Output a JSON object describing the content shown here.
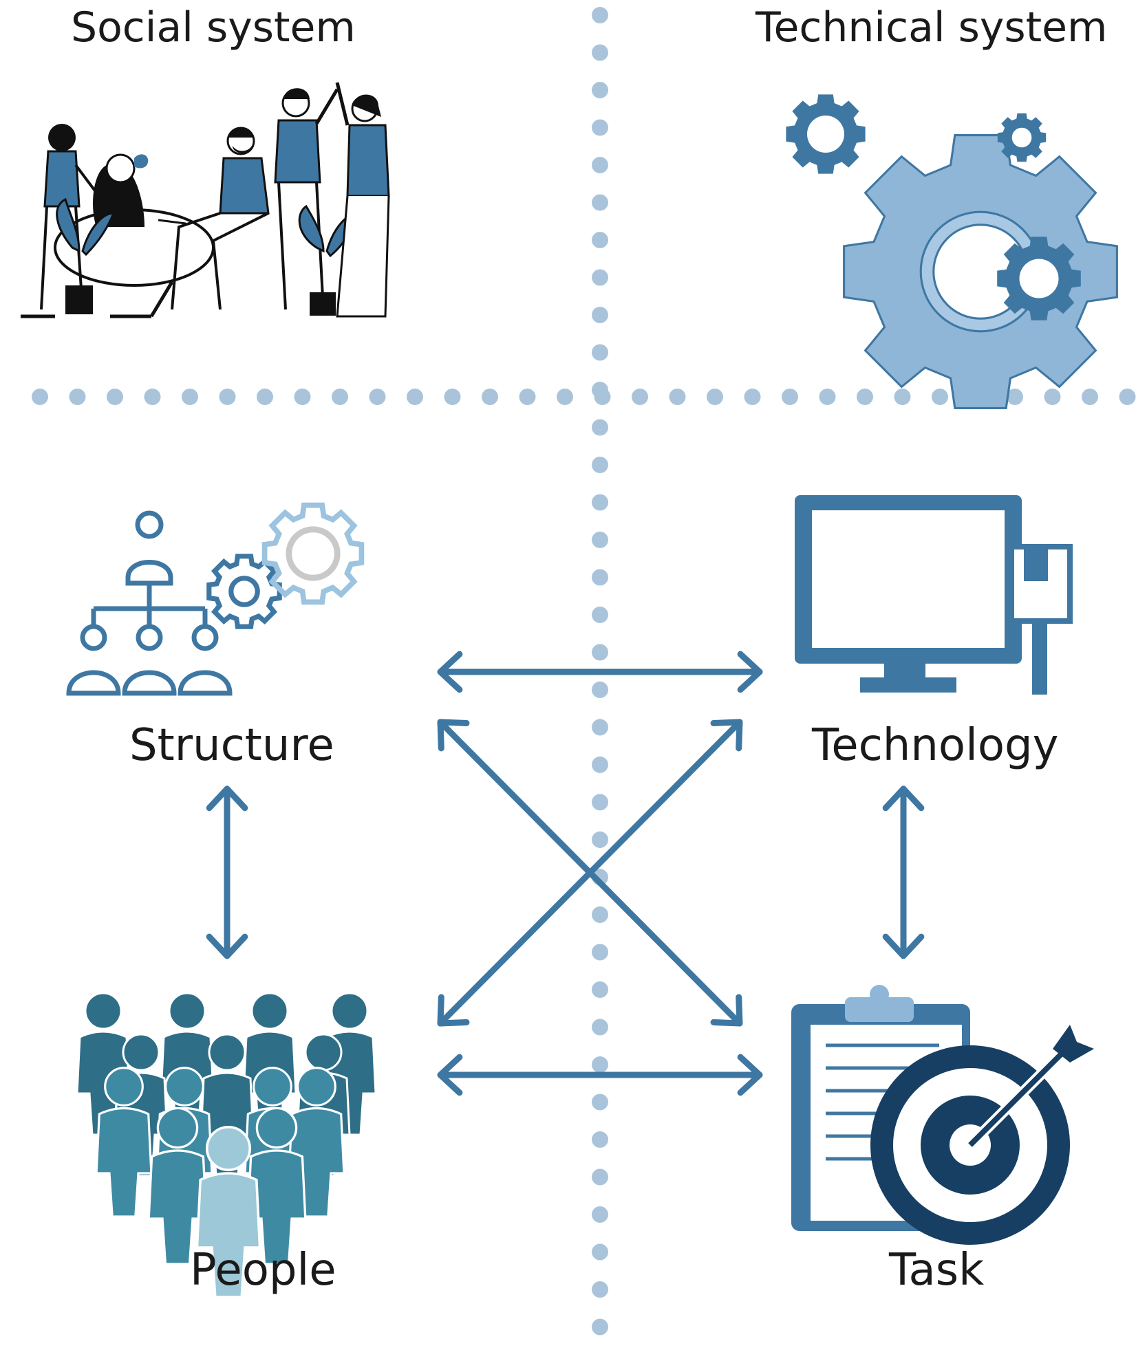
{
  "sections": {
    "social": "Social system",
    "technical": "Technical system"
  },
  "nodes": {
    "structure": "Structure",
    "technology": "Technology",
    "people": "People",
    "task": "Task"
  },
  "colors": {
    "divider": "#a9c4da",
    "arrow": "#3f77a3",
    "primary": "#3f77a3",
    "light": "#8fb6d6",
    "dark": "#173f63",
    "teal_dark": "#2e6e86",
    "teal_mid": "#3f8aa3",
    "teal_light": "#9cc8d8"
  },
  "icons": {
    "social": "people-meeting-illustration",
    "technical": "gears-illustration",
    "structure": "org-chart-gears-icon",
    "technology": "computer-monitor-icon",
    "people": "crowd-icon",
    "task": "clipboard-target-icon"
  },
  "relations": [
    [
      "structure",
      "technology"
    ],
    [
      "structure",
      "people"
    ],
    [
      "structure",
      "task"
    ],
    [
      "people",
      "technology"
    ],
    [
      "people",
      "task"
    ],
    [
      "technology",
      "task"
    ]
  ]
}
